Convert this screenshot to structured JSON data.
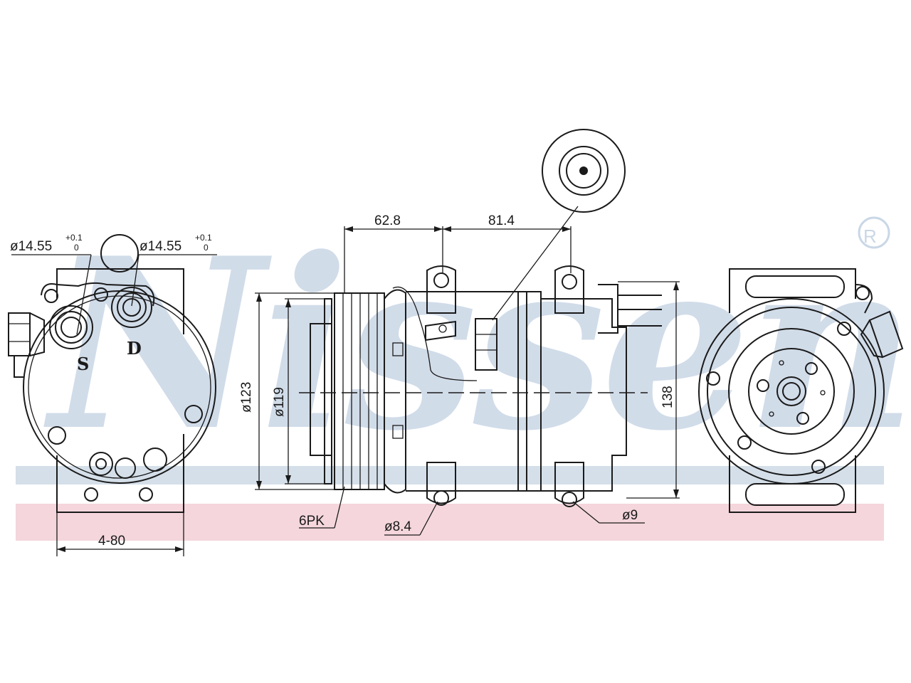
{
  "brand": {
    "watermark": "Nissens",
    "registered_mark": "®",
    "watermark_color": "#c9d7e6",
    "band_blue_color": "#d4dfe9",
    "band_pink_color": "#f4d6dc"
  },
  "rear_view": {
    "suction_port_dim": "ø14.55",
    "suction_port_tol_upper": "+0.1",
    "suction_port_tol_lower": "0",
    "discharge_port_dim": "ø14.55",
    "discharge_port_tol_upper": "+0.1",
    "discharge_port_tol_lower": "0",
    "suction_label": "S",
    "discharge_label": "D",
    "mount_dim": "4-80"
  },
  "side_view": {
    "dim_62_8": "62.8",
    "dim_81_4": "81.4",
    "pulley_outer_dia": "ø123",
    "pulley_inner_dia": "ø119",
    "height": "138",
    "belt_type": "6PK",
    "hole_dia_front": "ø8.4",
    "hole_dia_rear": "ø9"
  }
}
